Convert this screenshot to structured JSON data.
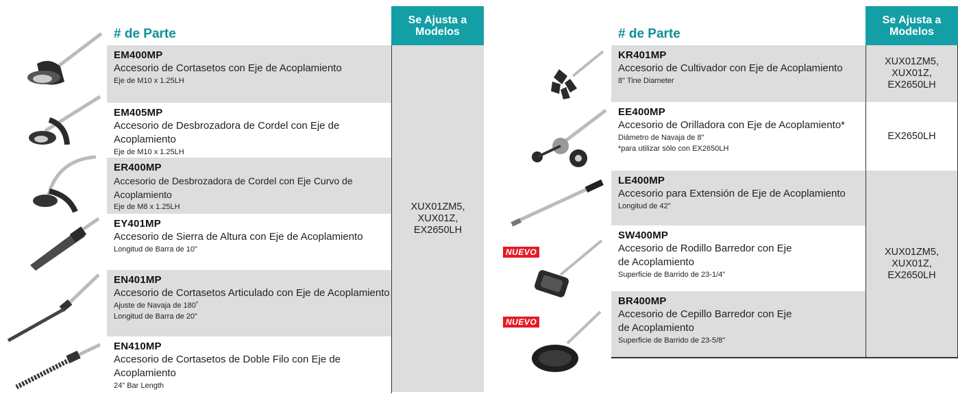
{
  "left": {
    "header_part": "# de Parte",
    "header_fit": "Se Ajusta a Modelos",
    "fit_models": "XUX01ZM5,\nXUX01Z,\nEX2650LH",
    "items": [
      {
        "code": "EM400MP",
        "desc": "Accesorio de Cortasetos con Eje de Acoplamiento",
        "sub1": "Eje de M10 x 1.25LH",
        "sub2": "",
        "image": "edger-head-icon"
      },
      {
        "code": "EM405MP",
        "desc": "Accesorio de Desbrozadora de Cordel con Eje de Acoplamiento",
        "sub1": "Eje de M10 x 1.25LH",
        "sub2": "",
        "image": "string-trimmer-icon"
      },
      {
        "code": "ER400MP",
        "desc": "Accesorio de Desbrozadora de Cordel con Eje Curvo de Acoplamiento",
        "sub1": "Eje de M8 x 1.25LH",
        "sub2": "",
        "image": "curved-trimmer-icon"
      },
      {
        "code": "EY401MP",
        "desc": "Accesorio de Sierra de Altura con Eje de Acoplamiento",
        "sub1": "Longitud de Barra de 10\"",
        "sub2": "",
        "image": "pole-saw-icon"
      },
      {
        "code": "EN401MP",
        "desc": "Accesorio de Cortasetos Articulado con Eje de Acoplamiento",
        "sub1": "Ajuste de Navaja de 180˚",
        "sub2": "Longitud de Barra de 20\"",
        "image": "articulating-hedge-icon"
      },
      {
        "code": "EN410MP",
        "desc": "Accesorio de Cortasetos de Doble Filo con Eje de Acoplamiento",
        "sub1": "24\" Bar Length",
        "sub2": "",
        "image": "double-hedge-icon"
      }
    ]
  },
  "right": {
    "header_part": "# de Parte",
    "header_fit": "Se Ajusta a Modelos",
    "fit_models_1": "XUX01ZM5,\nXUX01Z,\nEX2650LH",
    "fit_models_2": "EX2650LH",
    "fit_models_3": "XUX01ZM5,\nXUX01Z,\nEX2650LH",
    "badge": "NUEVO",
    "items": [
      {
        "code": "KR401MP",
        "desc": "Accesorio de Cultivador con Eje de Acoplamiento",
        "sub1": "8\" Tine Diameter",
        "sub2": "",
        "image": "cultivator-icon"
      },
      {
        "code": "EE400MP",
        "desc": "Accesorio de Orilladora con Eje de Acoplamiento*",
        "sub1": "Diámetro de Navaja de 8\"",
        "sub2": "*para utilizar sólo con EX2650LH",
        "image": "edger-wheel-icon"
      },
      {
        "code": "LE400MP",
        "desc": "Accesorio para Extensión de Eje de Acoplamiento",
        "sub1": "Longitud de 42\"",
        "sub2": "",
        "image": "extension-shaft-icon"
      },
      {
        "code": "SW400MP",
        "desc": "Accesorio de Rodillo Barredor con Eje",
        "desc2": "de Acoplamiento",
        "sub1": "Superficie de Barrido de 23-1/4\"",
        "sub2": "",
        "image": "sweeper-roller-icon"
      },
      {
        "code": "BR400MP",
        "desc": "Accesorio de Cepillo Barredor con Eje",
        "desc2": "de Acoplamiento",
        "sub1": "Superficie de Barrido de 23-5/8\"",
        "sub2": "",
        "image": "brush-sweeper-icon"
      }
    ]
  },
  "colors": {
    "accent": "#149ea6",
    "accent_text": "#0d8f97",
    "shade": "#dddddd",
    "badge": "#e51b24"
  }
}
